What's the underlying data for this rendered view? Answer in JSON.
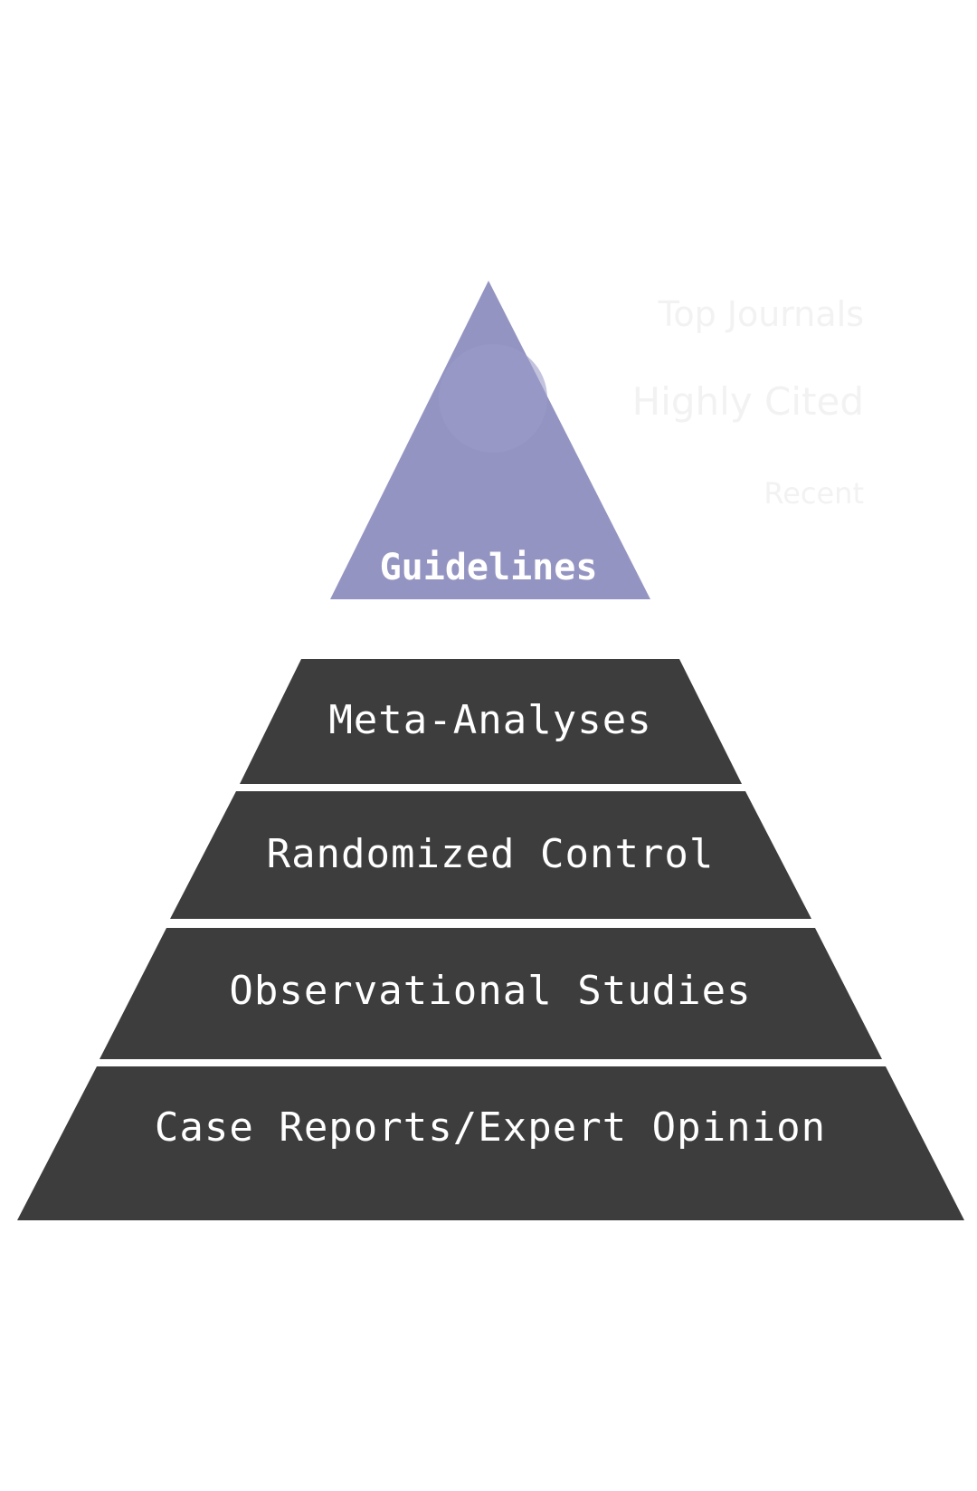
{
  "diagram": {
    "apex": {
      "label": "Guidelines",
      "color": "#9494c2"
    },
    "tier_color": "#3d3d3d",
    "text_color": "#ffffff",
    "tiers": [
      {
        "label": "Meta-Analyses"
      },
      {
        "label": "Randomized Control"
      },
      {
        "label": "Observational Studies"
      },
      {
        "label": "Case Reports/Expert Opinion"
      }
    ],
    "faint_notes": [
      "Top Journals",
      "Highly Cited",
      "Recent"
    ]
  }
}
